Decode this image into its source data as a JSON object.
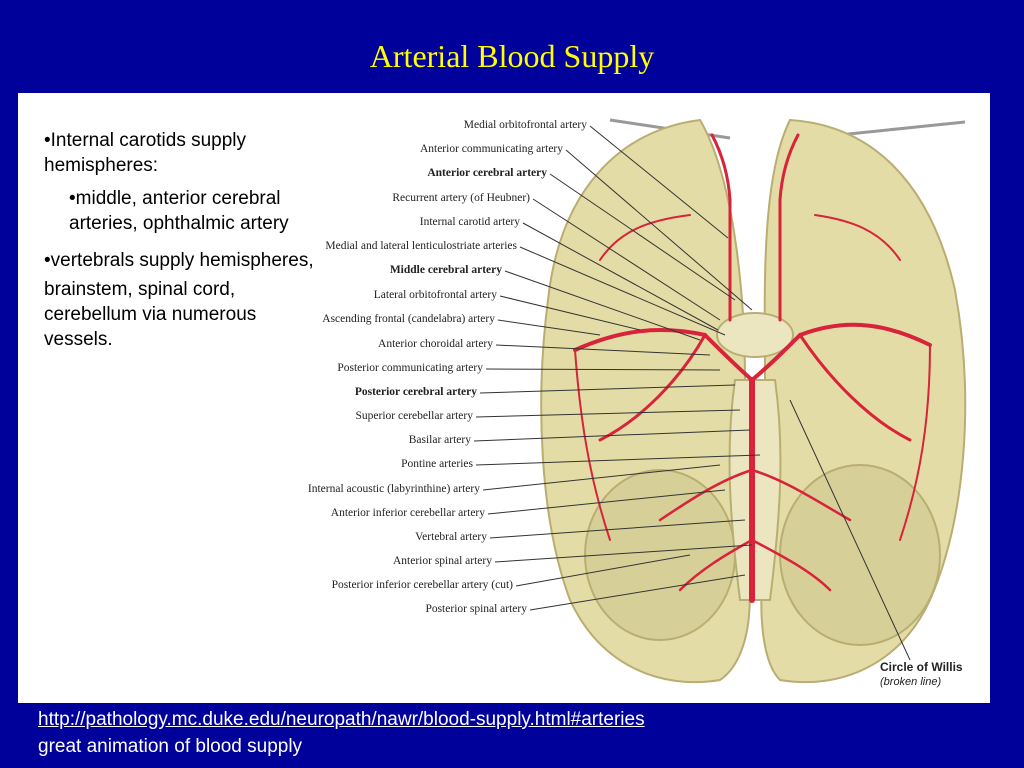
{
  "slide": {
    "title": "Arterial Blood Supply",
    "bullets": {
      "b1": "•Internal carotids supply hemispheres:",
      "b2": "•middle, anterior cerebral arteries, ophthalmic artery",
      "b3": "•vertebrals supply hemispheres,",
      "b4": "brainstem, spinal cord, cerebellum via numerous vessels."
    },
    "link": "http://pathology.mc.duke.edu/neuropath/nawr/blood-supply.html#arteries",
    "caption": "great animation of blood supply"
  },
  "figure": {
    "labels": [
      "Medial orbitofrontal artery",
      "Anterior communicating artery",
      "Anterior cerebral artery",
      "Recurrent artery (of Heubner)",
      "Internal carotid artery",
      "Medial and lateral lenticulostriate arteries",
      "Middle cerebral artery",
      "Lateral orbitofrontal artery",
      "Ascending frontal (candelabra) artery",
      "Anterior choroidal artery",
      "Posterior communicating artery",
      "Posterior cerebral artery",
      "Superior cerebellar artery",
      "Basilar artery",
      "Pontine arteries",
      "Internal acoustic (labyrinthine) artery",
      "Anterior inferior cerebellar artery",
      "Vertebral artery",
      "Anterior spinal artery",
      "Posterior inferior cerebellar artery (cut)",
      "Posterior spinal artery"
    ],
    "circle_of_willis": "Circle of Willis",
    "broken_line": "(broken line)",
    "colors": {
      "artery": "#d8233a",
      "brain": "#e3dca6",
      "brain_shade": "#b9ad72"
    }
  }
}
